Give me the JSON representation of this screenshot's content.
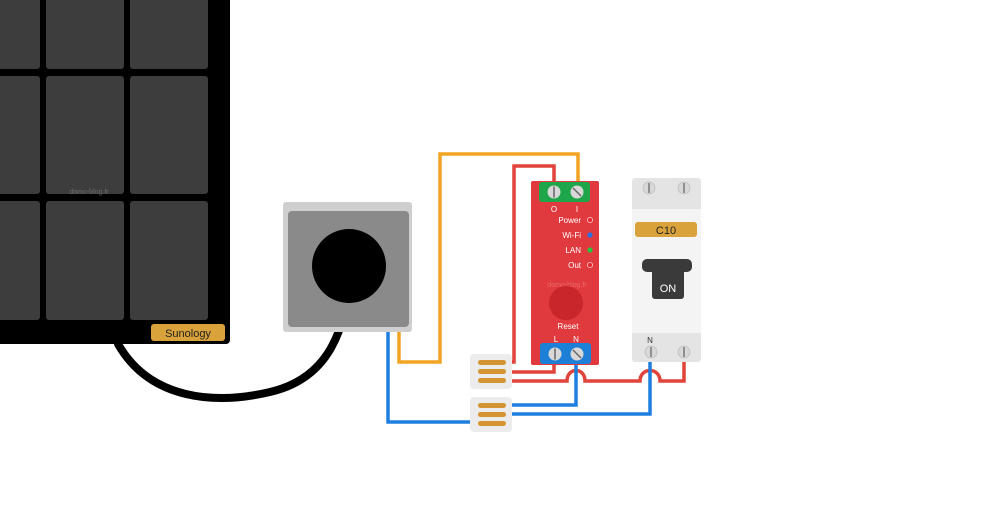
{
  "solar_panel": {
    "brand": "Sunology",
    "watermark": "domo-blog.fr"
  },
  "relay_module": {
    "top_terminals": {
      "left": "O",
      "right": "I"
    },
    "indicators": [
      {
        "label": "Power",
        "color": "#e8262c"
      },
      {
        "label": "Wi-Fi",
        "color": "#2d6fe0"
      },
      {
        "label": "LAN",
        "color": "#27c23a"
      },
      {
        "label": "Out",
        "color": "#e8262c"
      }
    ],
    "watermark": "domo-blog.fr",
    "reset_label": "Reset",
    "bottom_terminals": {
      "left": "L",
      "right": "N"
    }
  },
  "breaker": {
    "rating": "C10",
    "switch_label": "ON",
    "neutral_label": "N"
  },
  "colors": {
    "live_wire": "#e0443a",
    "neutral_wire": "#1f7fe0",
    "panel_wire": "#f2a323",
    "panel_body": "#2d2d2d",
    "relay_body": "#e0393e",
    "terminal_green": "#1fa64a",
    "terminal_blue": "#1d7fd6",
    "breaker_tag": "#d9a23a"
  }
}
